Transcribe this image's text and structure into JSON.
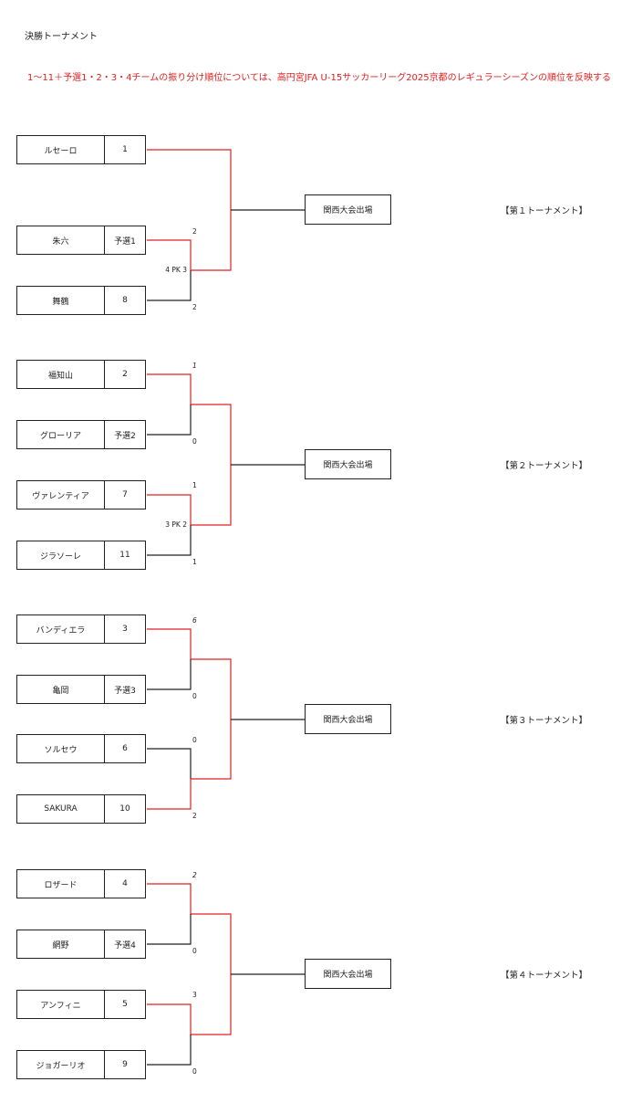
{
  "title": "決勝トーナメント",
  "note": "1〜11＋予選1・2・3・4チームの振り分け順位については、高円宮JFA U-15サッカーリーグ2025京都のレギュラーシーズンの順位を反映する",
  "colors": {
    "winner_line": "#e02020",
    "line": "#222222"
  },
  "tournaments": [
    {
      "label": "【第１トーナメント】",
      "destination": "関西大会出場",
      "teams": [
        {
          "name": "ルセーロ",
          "seed": "1"
        },
        {
          "name": "朱六",
          "seed": "予選1"
        },
        {
          "name": "舞鶴",
          "seed": "8"
        }
      ],
      "scores": [
        "2",
        "4 PK 3",
        "2"
      ]
    },
    {
      "label": "【第２トーナメント】",
      "destination": "関西大会出場",
      "teams": [
        {
          "name": "福知山",
          "seed": "2"
        },
        {
          "name": "グローリア",
          "seed": "予選2"
        },
        {
          "name": "ヴァレンティア",
          "seed": "7"
        },
        {
          "name": "ジラソーレ",
          "seed": "11"
        }
      ],
      "scores": [
        "1",
        "0",
        "1",
        "3 PK 2",
        "1"
      ]
    },
    {
      "label": "【第３トーナメント】",
      "destination": "関西大会出場",
      "teams": [
        {
          "name": "バンディエラ",
          "seed": "3"
        },
        {
          "name": "亀岡",
          "seed": "予選3"
        },
        {
          "name": "ソルセウ",
          "seed": "6"
        },
        {
          "name": "SAKURA",
          "seed": "10"
        }
      ],
      "scores": [
        "6",
        "0",
        "0",
        "2"
      ]
    },
    {
      "label": "【第４トーナメント】",
      "destination": "関西大会出場",
      "teams": [
        {
          "name": "ロザード",
          "seed": "4"
        },
        {
          "name": "網野",
          "seed": "予選4"
        },
        {
          "name": "アンフィニ",
          "seed": "5"
        },
        {
          "name": "ジョガーリオ",
          "seed": "9"
        }
      ],
      "scores": [
        "2",
        "0",
        "3",
        "0"
      ]
    }
  ]
}
